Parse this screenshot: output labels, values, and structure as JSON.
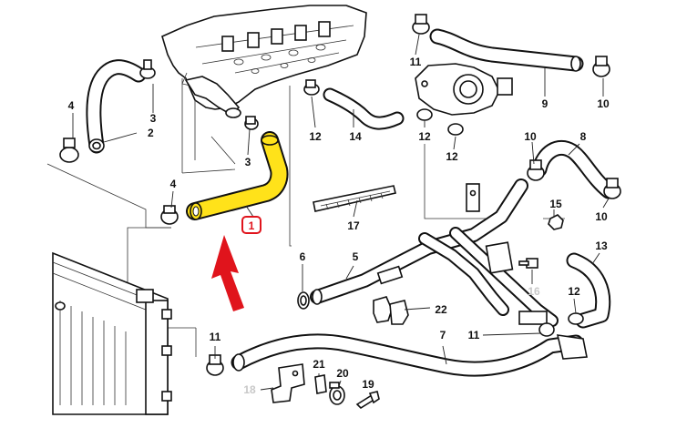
{
  "diagram": {
    "callouts": [
      {
        "key": "1",
        "text": "1",
        "highlight": true
      },
      {
        "key": "2",
        "text": "2"
      },
      {
        "key": "3a",
        "text": "3"
      },
      {
        "key": "3b",
        "text": "3"
      },
      {
        "key": "4a",
        "text": "4"
      },
      {
        "key": "4b",
        "text": "4"
      },
      {
        "key": "5",
        "text": "5"
      },
      {
        "key": "6",
        "text": "6"
      },
      {
        "key": "7",
        "text": "7"
      },
      {
        "key": "8",
        "text": "8"
      },
      {
        "key": "9",
        "text": "9"
      },
      {
        "key": "10a",
        "text": "10"
      },
      {
        "key": "10b",
        "text": "10"
      },
      {
        "key": "10c",
        "text": "10"
      },
      {
        "key": "11a",
        "text": "11"
      },
      {
        "key": "11b",
        "text": "11"
      },
      {
        "key": "11c",
        "text": "11"
      },
      {
        "key": "12a",
        "text": "12"
      },
      {
        "key": "12b",
        "text": "12"
      },
      {
        "key": "12c",
        "text": "12"
      },
      {
        "key": "12d",
        "text": "12"
      },
      {
        "key": "13",
        "text": "13"
      },
      {
        "key": "14",
        "text": "14"
      },
      {
        "key": "15",
        "text": "15"
      },
      {
        "key": "16",
        "text": "16",
        "muted": true
      },
      {
        "key": "17",
        "text": "17"
      },
      {
        "key": "18",
        "text": "18",
        "muted": true
      },
      {
        "key": "19",
        "text": "19"
      },
      {
        "key": "20",
        "text": "20"
      },
      {
        "key": "21",
        "text": "21"
      },
      {
        "key": "22",
        "text": "22"
      }
    ],
    "colors": {
      "highlight_part": "#ffe21a",
      "highlight_label": "#e0141c",
      "arrow": "#e0141c",
      "line_art": "#111111",
      "muted_label": "#c8c8c8"
    }
  }
}
